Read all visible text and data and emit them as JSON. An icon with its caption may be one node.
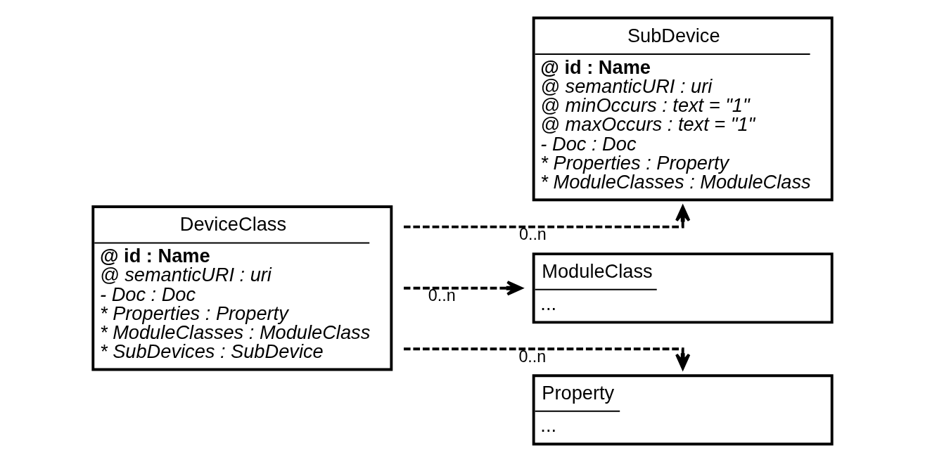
{
  "diagram": {
    "nodes": [
      {
        "text": [
          "DeviceClass",
          "@ id : Name",
          "@ semanticURI : uri",
          "- Doc : Doc",
          "* Properties : Property",
          "* ModuleClasses : ModuleClass",
          "* SubDevices : SubDevice"
        ]
      },
      {
        "text": [
          "SubDevice",
          "@ id : Name",
          "@ semanticURI : uri",
          "@ minOccurs : text = \"1\"",
          "@ maxOccurs : text = \"1\"",
          "- Doc : Doc",
          "* Properties : Property",
          "* ModuleClasses : ModuleClass"
        ]
      },
      {
        "text": [
          "ModuleClass",
          "..."
        ]
      },
      {
        "text": [
          "Property",
          "..."
        ]
      }
    ],
    "edges": [
      {
        "from": 0,
        "to": 1,
        "arrow": "to",
        "label": "0..n",
        "style": "dashed"
      },
      {
        "from": 0,
        "to": 2,
        "arrow": "to",
        "label": "0..n",
        "style": "dashed"
      },
      {
        "from": 0,
        "to": 3,
        "arrow": "to",
        "label": "0..n",
        "style": "dashed"
      }
    ]
  }
}
